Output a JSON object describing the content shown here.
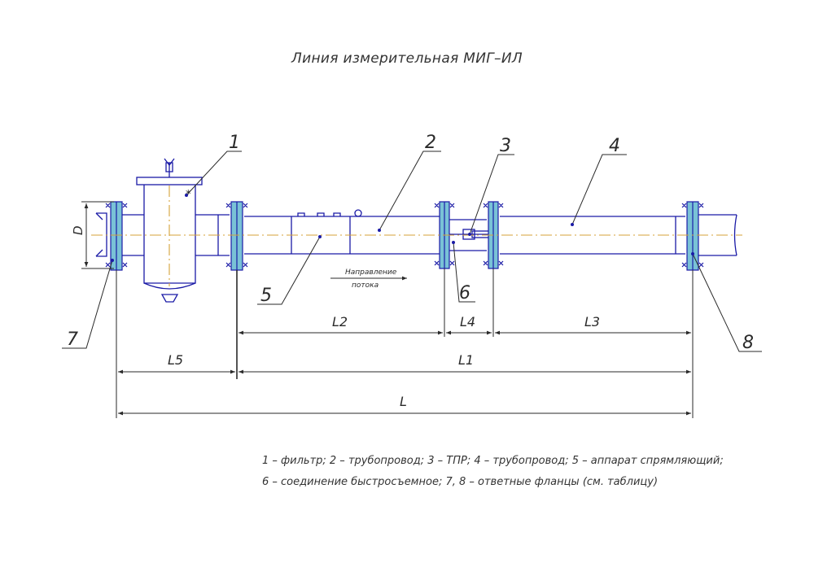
{
  "title": "Линия измерительная МИГ–ИЛ",
  "diameter_label": "D",
  "flow_direction": {
    "line1": "Направление",
    "line2": "потока"
  },
  "callouts": [
    "1",
    "2",
    "3",
    "4",
    "5",
    "6",
    "7",
    "8"
  ],
  "dimensions": {
    "l2": "L2",
    "l4": "L4",
    "l3": "L3",
    "l5": "L5",
    "l1": "L1",
    "l": "L"
  },
  "legend": {
    "line1": "1 – фильтр; 2 – трубопровод; 3 – ТПР; 4 – трубопровод; 5 – аппарат спрямляющий;",
    "line2": "6 – соединение быстросъемное; 7, 8 – ответные фланцы (см. таблицу)"
  },
  "colors": {
    "pipe": "#1a1aa6",
    "flange_fill": "#79c2d6",
    "axis": "#d4a23a",
    "ink": "#2a2a2a"
  }
}
